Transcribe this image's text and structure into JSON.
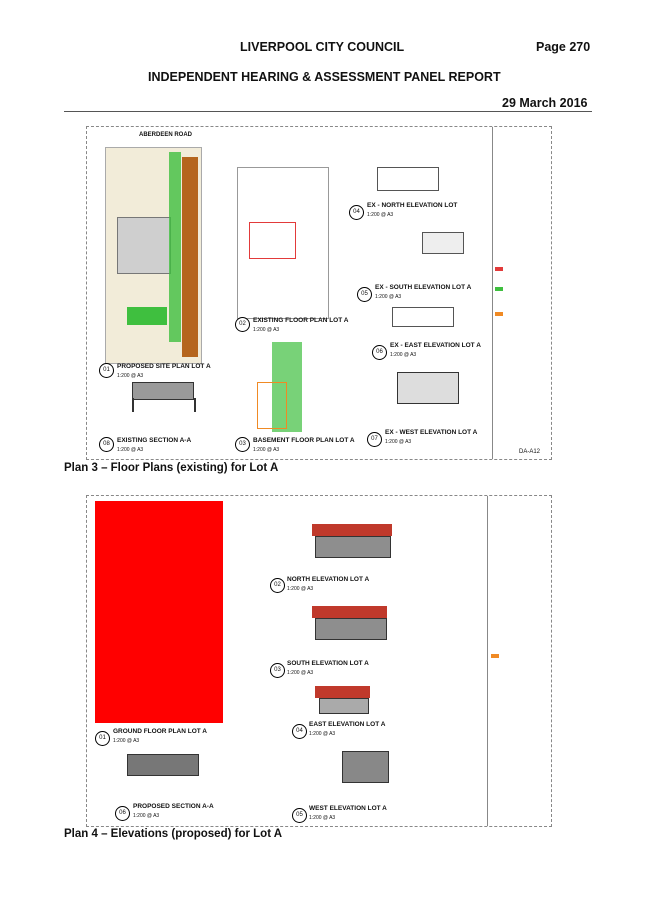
{
  "header": {
    "council": "LIVERPOOL CITY COUNCIL",
    "page": "Page 270",
    "report": "INDEPENDENT HEARING & ASSESSMENT PANEL REPORT",
    "date": "29 March 2016"
  },
  "plan3": {
    "caption": "Plan 3 – Floor Plans (existing) for Lot A",
    "road": "ABERDEEN ROAD",
    "views": [
      {
        "num": "01",
        "title": "PROPOSED SITE PLAN LOT A",
        "scale": "1:200 @ A3"
      },
      {
        "num": "02",
        "title": "EXISTING FLOOR PLAN LOT A",
        "scale": "1:200 @ A3"
      },
      {
        "num": "03",
        "title": "BASEMENT FLOOR PLAN LOT A",
        "scale": "1:200 @ A3"
      },
      {
        "num": "04",
        "title": "EX - NORTH ELEVATION LOT",
        "scale": "1:200 @ A3"
      },
      {
        "num": "05",
        "title": "EX - SOUTH ELEVATION LOT A",
        "scale": "1:200 @ A3"
      },
      {
        "num": "06",
        "title": "EX - EAST ELEVATION LOT A",
        "scale": "1:200 @ A3"
      },
      {
        "num": "07",
        "title": "EX - WEST ELEVATION LOT A",
        "scale": "1:200 @ A3"
      },
      {
        "num": "08",
        "title": "EXISTING SECTION A-A",
        "scale": "1:200 @ A3"
      }
    ],
    "sheet_no": "DA-A12",
    "colors": {
      "green": "#3fbf3f",
      "brown": "#b5651d",
      "red": "#e23a3a",
      "orange": "#f08a24"
    }
  },
  "plan4": {
    "caption": "Plan 4 – Elevations (proposed) for Lot A",
    "views": [
      {
        "num": "01",
        "title": "GROUND FLOOR PLAN LOT A",
        "scale": "1:200 @ A3"
      },
      {
        "num": "02",
        "title": "NORTH ELEVATION LOT A",
        "scale": "1:200 @ A3"
      },
      {
        "num": "03",
        "title": "SOUTH ELEVATION LOT A",
        "scale": "1:200 @ A3"
      },
      {
        "num": "04",
        "title": "EAST ELEVATION LOT A",
        "scale": "1:200 @ A3"
      },
      {
        "num": "05",
        "title": "WEST ELEVATION LOT A",
        "scale": "1:200 @ A3"
      },
      {
        "num": "06",
        "title": "PROPOSED SECTION A-A",
        "scale": "1:200 @ A3"
      }
    ],
    "colors": {
      "redact": "#ff0000",
      "roof": "#c0392b"
    }
  }
}
